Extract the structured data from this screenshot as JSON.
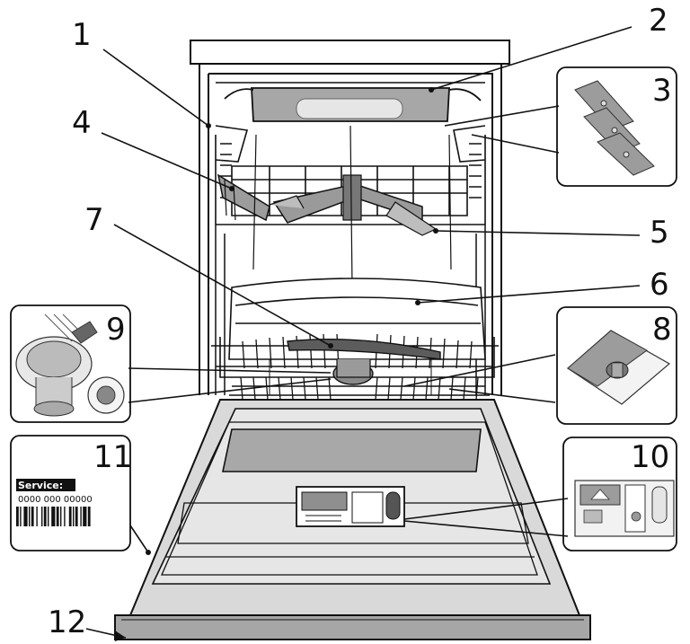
{
  "callouts": {
    "c1": "1",
    "c2": "2",
    "c3": "3",
    "c4": "4",
    "c5": "5",
    "c6": "6",
    "c7": "7",
    "c8": "8",
    "c9": "9",
    "c10": "10",
    "c11": "11",
    "c12": "12"
  },
  "label_panel": {
    "service": "Service:",
    "code": "0000 000 00000"
  },
  "colors": {
    "line": "#111111",
    "grey_panel": "#a9a9a9",
    "light_panel": "#e4e4e4",
    "mid_grey": "#8c8c8c"
  }
}
